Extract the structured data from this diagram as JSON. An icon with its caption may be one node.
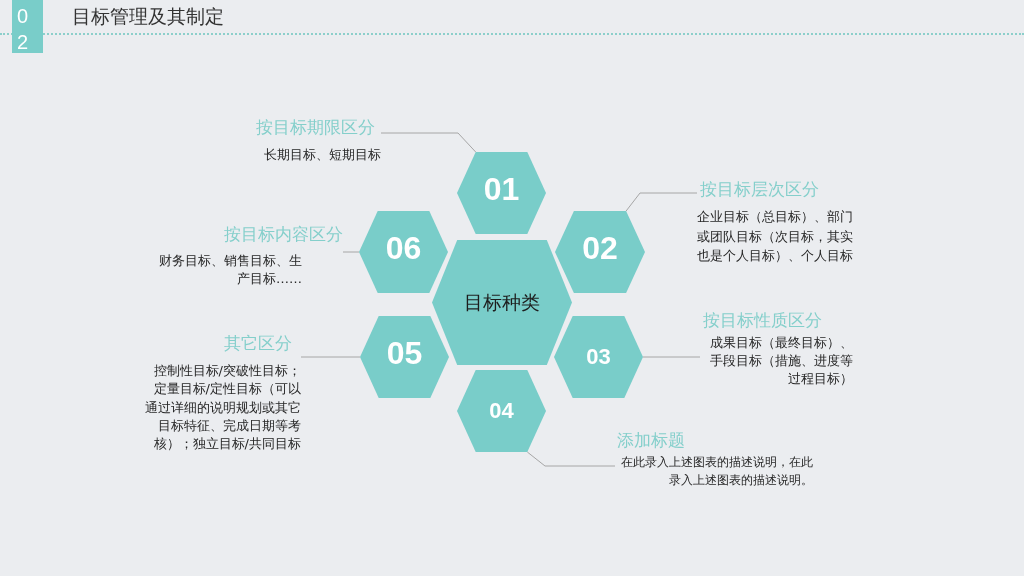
{
  "diagram": {
    "title": "目标管理及其制定",
    "nodes": [
      {
        "text": [
          "目标种类"
        ]
      },
      {
        "text": [
          "01"
        ]
      },
      {
        "text": [
          "02"
        ]
      },
      {
        "text": [
          "03"
        ]
      },
      {
        "text": [
          "04"
        ]
      },
      {
        "text": [
          "05"
        ]
      },
      {
        "text": [
          "06"
        ]
      },
      {
        "text": [
          "按目标期限区分",
          "长期目标、短期目标"
        ]
      },
      {
        "text": [
          "按目标层次区分",
          "企业目标（总目标）、部门或团队目标（次目标，其实也是个人目标）、个人目标"
        ]
      },
      {
        "text": [
          "按目标性质区分",
          "成果目标（最终目标）、手段目标（措施、进度等过程目标）"
        ]
      },
      {
        "text": [
          "添加标题",
          "在此录入上述图表的描述说明，在此录入上述图表的描述说明。"
        ]
      },
      {
        "text": [
          "其它区分",
          "控制性目标/突破性目标；定量目标/定性目标（可以通过详细的说明规划或其它目标特征、完成日期等考核）；独立目标/共同目标"
        ]
      },
      {
        "text": [
          "按目标内容区分",
          "财务目标、销售目标、生产目标……"
        ]
      }
    ],
    "edges": [
      {
        "from": 7,
        "to": 1,
        "arrow": "none"
      },
      {
        "from": 8,
        "to": 2,
        "arrow": "none"
      },
      {
        "from": 9,
        "to": 3,
        "arrow": "none"
      },
      {
        "from": 10,
        "to": 4,
        "arrow": "none"
      },
      {
        "from": 11,
        "to": 5,
        "arrow": "none"
      },
      {
        "from": 12,
        "to": 6,
        "arrow": "none"
      }
    ],
    "labels": [
      "02"
    ]
  }
}
